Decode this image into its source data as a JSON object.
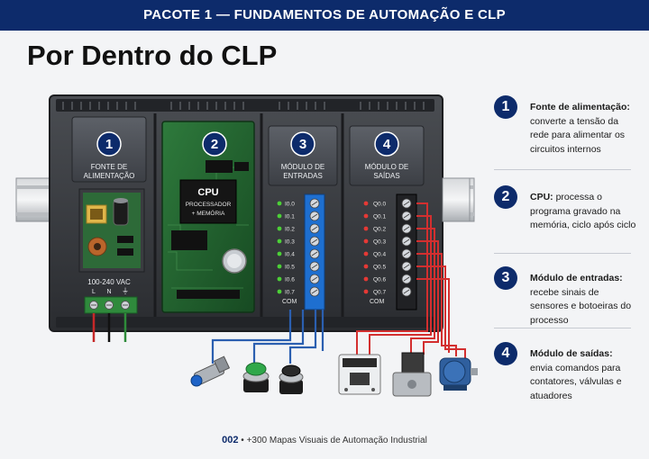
{
  "banner": "PACOTE 1 — FUNDAMENTOS DE AUTOMAÇÃO E CLP",
  "title": "Por Dentro do CLP",
  "modules": [
    {
      "num": "1",
      "line1": "FONTE DE",
      "line2": "ALIMENTAÇÃO"
    },
    {
      "num": "2",
      "cpu": "CPU",
      "line1": "PROCESSADOR",
      "line2": "+ MEMÓRIA"
    },
    {
      "num": "3",
      "line1": "MÓDULO DE",
      "line2": "ENTRADAS"
    },
    {
      "num": "4",
      "line1": "MÓDULO DE",
      "line2": "SAÍDAS"
    }
  ],
  "psu": {
    "voltage": "100-240 VAC",
    "term_l": "L",
    "term_n": "N",
    "term_gnd": "⏚"
  },
  "inputs": [
    "I0.0",
    "I0.1",
    "I0.2",
    "I0.3",
    "I0.4",
    "I0.5",
    "I0.6",
    "I0.7"
  ],
  "outputs": [
    "Q0.0",
    "Q0.1",
    "Q0.2",
    "Q0.3",
    "Q0.4",
    "Q0.5",
    "Q0.6",
    "Q0.7"
  ],
  "com_label": "COM",
  "legend": [
    {
      "num": "1",
      "bold": "Fonte de alimentação:",
      "text": " converte a tensão da rede para alimentar os circuitos internos"
    },
    {
      "num": "2",
      "bold": "CPU:",
      "text": " processa o programa gravado na memória, ciclo após ciclo"
    },
    {
      "num": "3",
      "bold": "Módulo de entradas:",
      "text": " recebe sinais de sensores e botoeiras do processo"
    },
    {
      "num": "4",
      "bold": "Módulo de saídas:",
      "text": " envia comandos para contatores, válvulas e atuadores"
    }
  ],
  "footer": {
    "page": "002",
    "bullet": "•",
    "text": "+300 Mapas Visuais de Automação Industrial"
  },
  "colors": {
    "navy": "#0d2b6b",
    "input_wire": "#2b5fb0",
    "output_wire": "#d32f2f",
    "led_green": "#4cd137",
    "led_red": "#e53935",
    "pcb": "#1f5a2c"
  }
}
